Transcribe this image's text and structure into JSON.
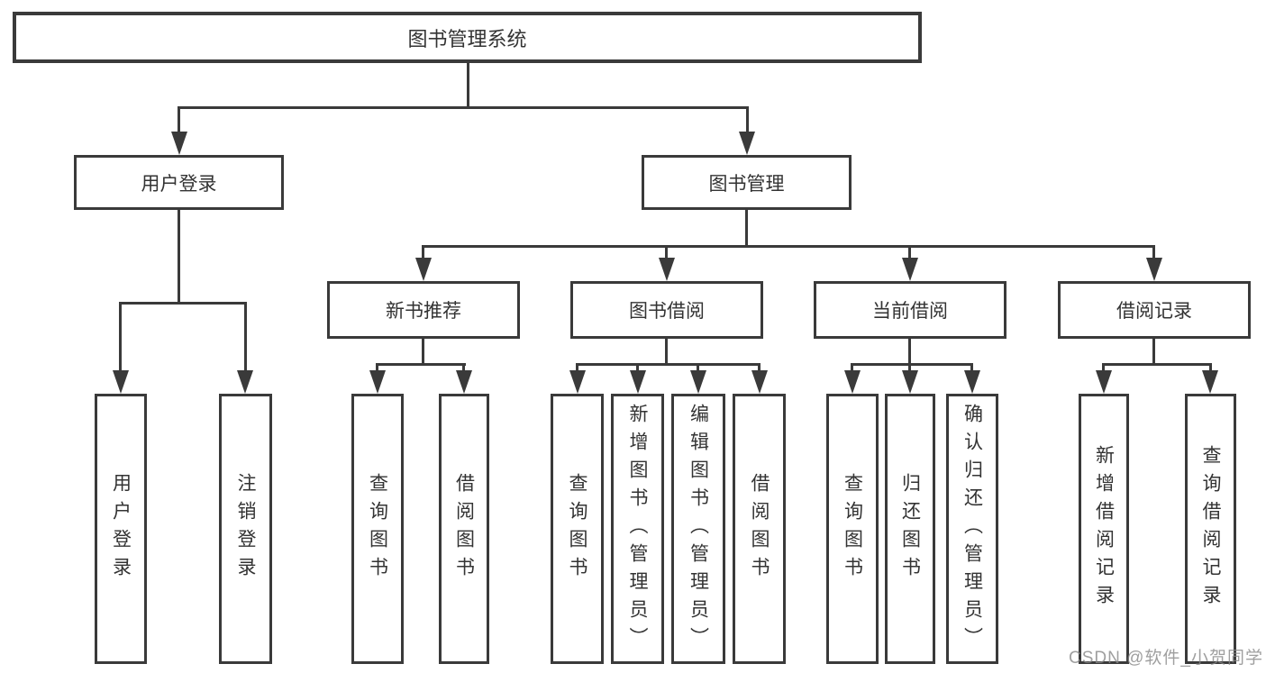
{
  "diagram": {
    "type": "tree",
    "direction": "top-down",
    "colors": {
      "line": "#3a3a3a",
      "text": "#333333",
      "box_background": "#ffffff",
      "watermark": "#878787"
    },
    "root": {
      "label": "图书管理系统",
      "children": [
        {
          "label": "用户登录",
          "children": [
            {
              "label": "用户登录"
            },
            {
              "label": "注销登录"
            }
          ]
        },
        {
          "label": "图书管理",
          "children": [
            {
              "label": "新书推荐",
              "children": [
                {
                  "label": "查询图书"
                },
                {
                  "label": "借阅图书"
                }
              ]
            },
            {
              "label": "图书借阅",
              "children": [
                {
                  "label": "查询图书"
                },
                {
                  "label": "新增图书（管理员）"
                },
                {
                  "label": "编辑图书（管理员）"
                },
                {
                  "label": "借阅图书"
                }
              ]
            },
            {
              "label": "当前借阅",
              "children": [
                {
                  "label": "查询图书"
                },
                {
                  "label": "归还图书"
                },
                {
                  "label": "确认归还（管理员）"
                }
              ]
            },
            {
              "label": "借阅记录",
              "children": [
                {
                  "label": "新增借阅记录"
                },
                {
                  "label": "查询借阅记录"
                }
              ]
            }
          ]
        }
      ]
    }
  },
  "watermark": {
    "text": "CSDN @软件_小贺同学"
  }
}
